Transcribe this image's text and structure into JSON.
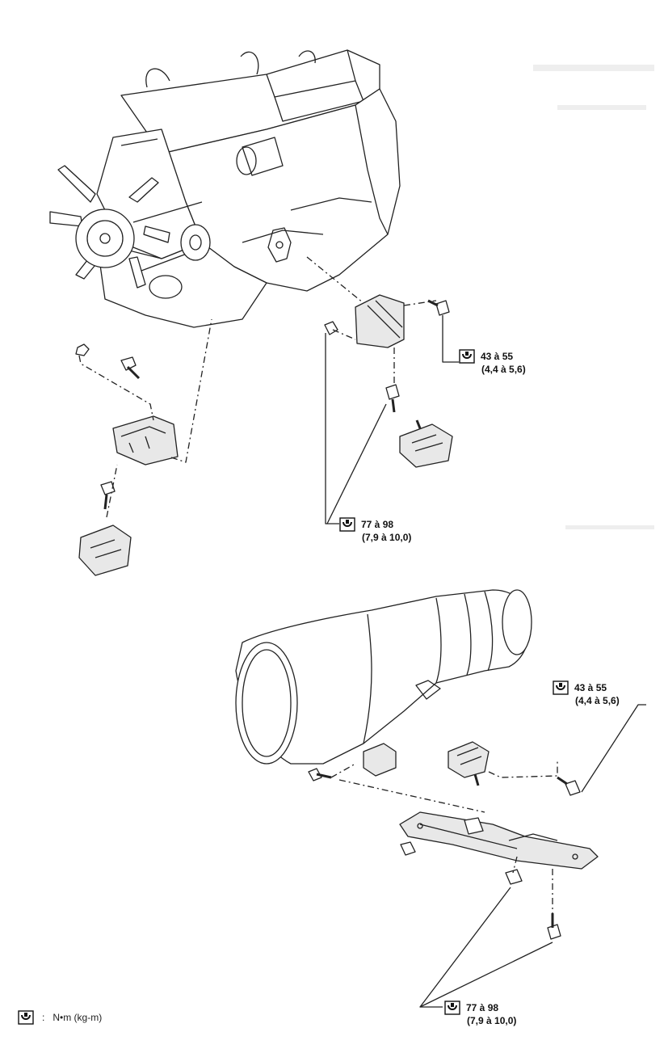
{
  "torque_callouts": [
    {
      "id": "engine-front-right-bolt",
      "value": "43 à 55",
      "sub": "(4,4 à 5,6)"
    },
    {
      "id": "engine-front-mounts",
      "value": "77 à 98",
      "sub": "(7,9 à 10,0)"
    },
    {
      "id": "transmission-upper-bolt",
      "value": "43 à 55",
      "sub": "(4,4 à 5,6)"
    },
    {
      "id": "transmission-crossmember",
      "value": "77 à 98",
      "sub": "(7,9 à 10,0)"
    }
  ],
  "legend": {
    "colon": ":",
    "unit": "N•m (kg-m)"
  },
  "icons": {
    "torque_symbol": "torque-wrench-icon"
  },
  "colors": {
    "line": "#222222",
    "shade": "#cfcfcf"
  }
}
